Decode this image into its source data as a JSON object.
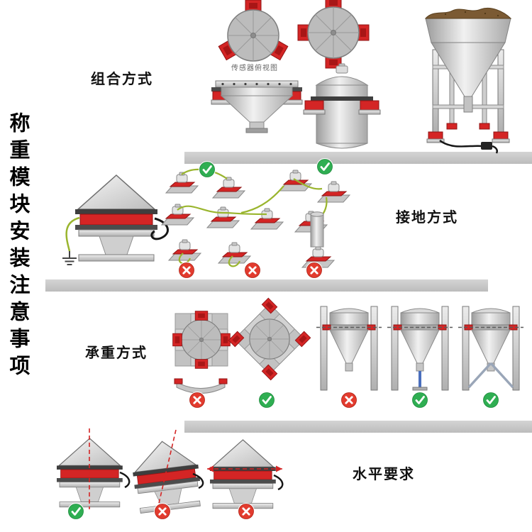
{
  "page": {
    "background": "#ffffff"
  },
  "left_banner": {
    "text": "称重模块安装注意事项"
  },
  "sections": [
    {
      "id": "combination",
      "label": "组合方式",
      "caption": "传感器俯视图"
    },
    {
      "id": "grounding",
      "label": "接地方式",
      "verdicts": [
        "ok",
        "ok",
        "bad",
        "bad",
        "bad"
      ]
    },
    {
      "id": "load_bearing",
      "label": "承重方式",
      "verdicts": [
        "bad",
        "ok",
        "bad",
        "ok",
        "ok"
      ]
    },
    {
      "id": "leveling",
      "label": "水平要求",
      "verdicts": [
        "ok",
        "bad",
        "bad"
      ]
    }
  ],
  "icons": {
    "approved": "check-circle-icon",
    "rejected": "cross-circle-icon",
    "ground": "earth-ground-icon"
  },
  "colors": {
    "sensor_red": "#d42525",
    "approve_green": "#2fae52",
    "reject_red": "#e23b2e",
    "divider_gray": "#c7c7c7",
    "ground_cable_green": "#9ab52e",
    "material_brown": "#7b5a33",
    "brace_blue": "#4a6fbd"
  }
}
